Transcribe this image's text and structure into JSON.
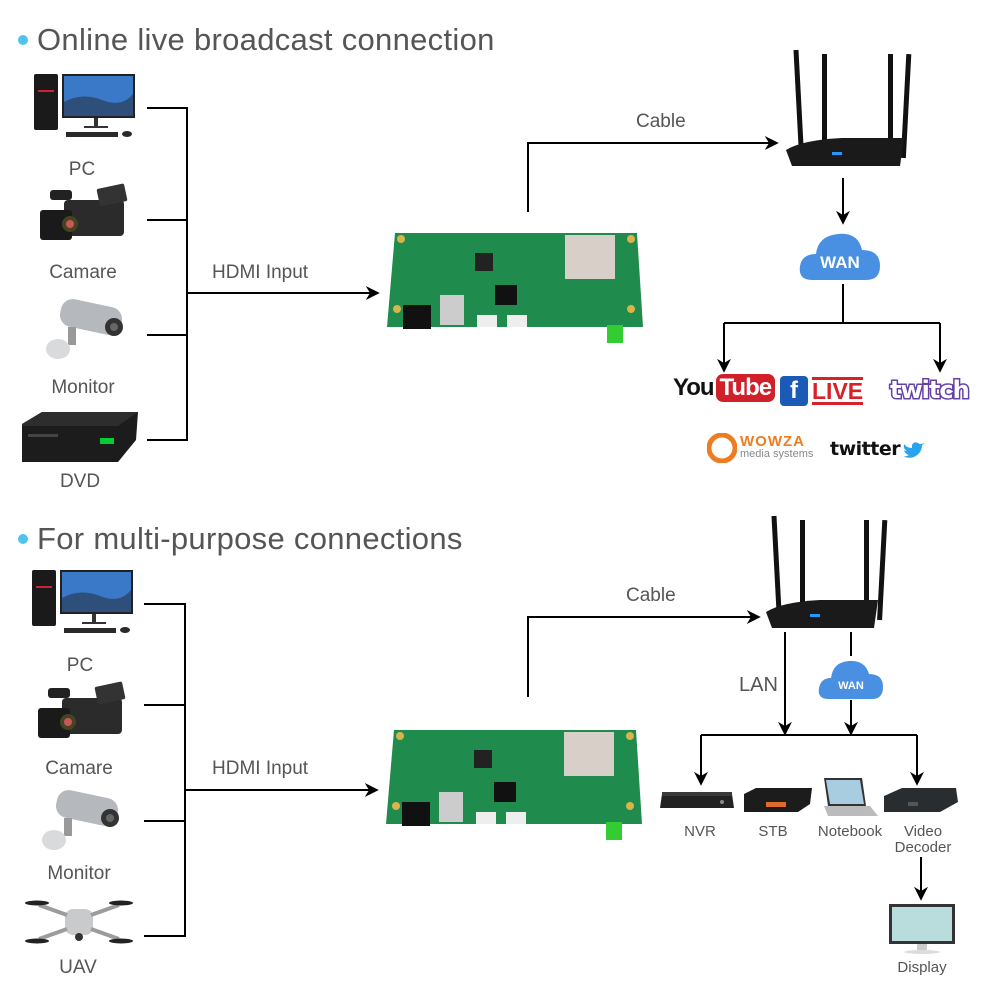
{
  "sections": [
    {
      "title": "Online live broadcast connection",
      "sources": [
        {
          "label": "PC",
          "icon": "pc-icon"
        },
        {
          "label": "Camare",
          "icon": "camcorder-icon"
        },
        {
          "label": "Monitor",
          "icon": "security-camera-icon"
        },
        {
          "label": "DVD",
          "icon": "dvd-player-icon"
        }
      ],
      "hdmi_label": "HDMI Input",
      "cable_label": "Cable",
      "wan_label": "WAN",
      "platforms": [
        {
          "name": "YouTube",
          "text_a": "You",
          "text_b": "Tube"
        },
        {
          "name": "Facebook Live",
          "text_a": "f",
          "text_b": "LIVE"
        },
        {
          "name": "Twitch",
          "text_a": "twitch"
        },
        {
          "name": "Wowza",
          "text_a": "WOWZA",
          "text_b": "media systems"
        },
        {
          "name": "Twitter",
          "text_a": "twitter"
        }
      ]
    },
    {
      "title": "For multi-purpose connections",
      "sources": [
        {
          "label": "PC",
          "icon": "pc-icon"
        },
        {
          "label": "Camare",
          "icon": "camcorder-icon"
        },
        {
          "label": "Monitor",
          "icon": "security-camera-icon"
        },
        {
          "label": "UAV",
          "icon": "drone-icon"
        }
      ],
      "hdmi_label": "HDMI Input",
      "cable_label": "Cable",
      "lan_label": "LAN",
      "wan_label": "WAN",
      "outputs": [
        {
          "label": "NVR",
          "icon": "nvr-icon"
        },
        {
          "label": "STB",
          "icon": "set-top-box-icon"
        },
        {
          "label": "Notebook",
          "icon": "laptop-icon"
        },
        {
          "label": "Video Decoder",
          "icon": "video-decoder-icon"
        }
      ],
      "display_label": "Display"
    }
  ],
  "colors": {
    "bullet": "#4fc3f0",
    "cloud": "#4a90e2",
    "pcb": "#1e8a4a",
    "text": "#555555"
  }
}
